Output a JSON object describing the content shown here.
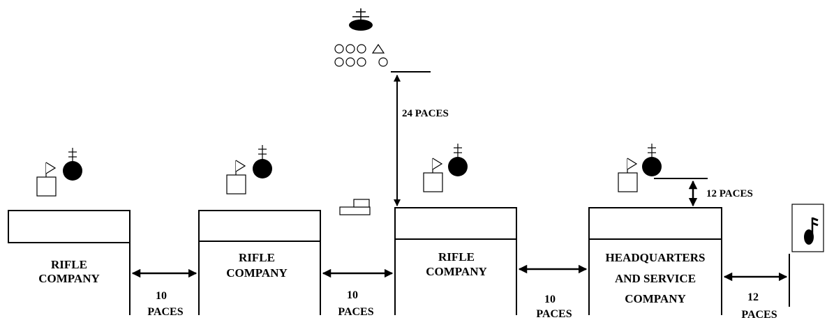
{
  "units": [
    {
      "line1": "RIFLE",
      "line2": "COMPANY",
      "line3": ""
    },
    {
      "line1": "RIFLE",
      "line2": "COMPANY",
      "line3": ""
    },
    {
      "line1": "RIFLE",
      "line2": "COMPANY",
      "line3": ""
    },
    {
      "line1": "HEADQUARTERS",
      "line2": "AND SERVICE",
      "line3": "COMPANY"
    }
  ],
  "intervals": [
    {
      "value": "10",
      "unit": "PACES"
    },
    {
      "value": "10",
      "unit": "PACES"
    },
    {
      "value": "10",
      "unit": "PACES"
    },
    {
      "value": "12",
      "unit": "PACES"
    }
  ],
  "distance_to_commander": "24 PACES",
  "distance_to_hq_staff": "12 PACES",
  "icons": {
    "commander": "officer-with-cross-icon",
    "staff": "circles-and-triangle-staff-icon",
    "guidon": "guidon-flag-icon",
    "officer": "officer-with-cross-icon",
    "colors": "color-guard-icon",
    "band": "music-note-band-icon"
  }
}
